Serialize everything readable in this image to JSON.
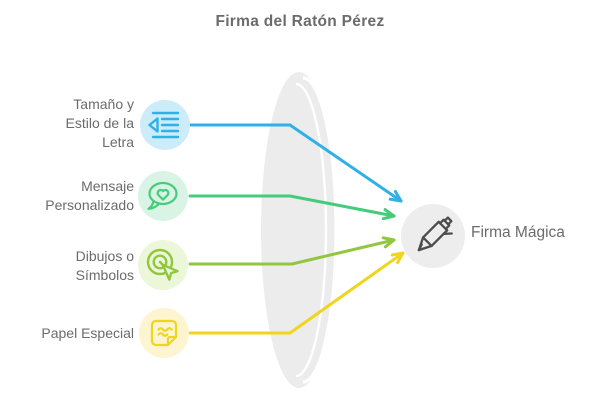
{
  "title": "Firma del Ratón Pérez",
  "items": [
    {
      "label": "Tamaño y\nEstilo de la\nLetra",
      "icon": "outdent-text-icon",
      "color": "#2fb1e8",
      "bg": "#cdecf9"
    },
    {
      "label": "Mensaje\nPersonalizado",
      "icon": "speech-heart-icon",
      "color": "#44cc7b",
      "bg": "#d9f4e4"
    },
    {
      "label": "Dibujos o\nSímbolos",
      "icon": "click-cursor-icon",
      "color": "#90c73e",
      "bg": "#ecf6d8"
    },
    {
      "label": "Papel Especial",
      "icon": "sticky-note-icon",
      "color": "#f0d51e",
      "bg": "#fcf5cf"
    }
  ],
  "center": {
    "label": "Firma Mágica",
    "icon": "pen-icon",
    "bg": "#ededed",
    "icon_color": "#4d4d4d"
  },
  "decor": {
    "ellipse_color": "#ececec",
    "highlight_color": "#ffffff",
    "text_color": "#6b6b6b"
  }
}
